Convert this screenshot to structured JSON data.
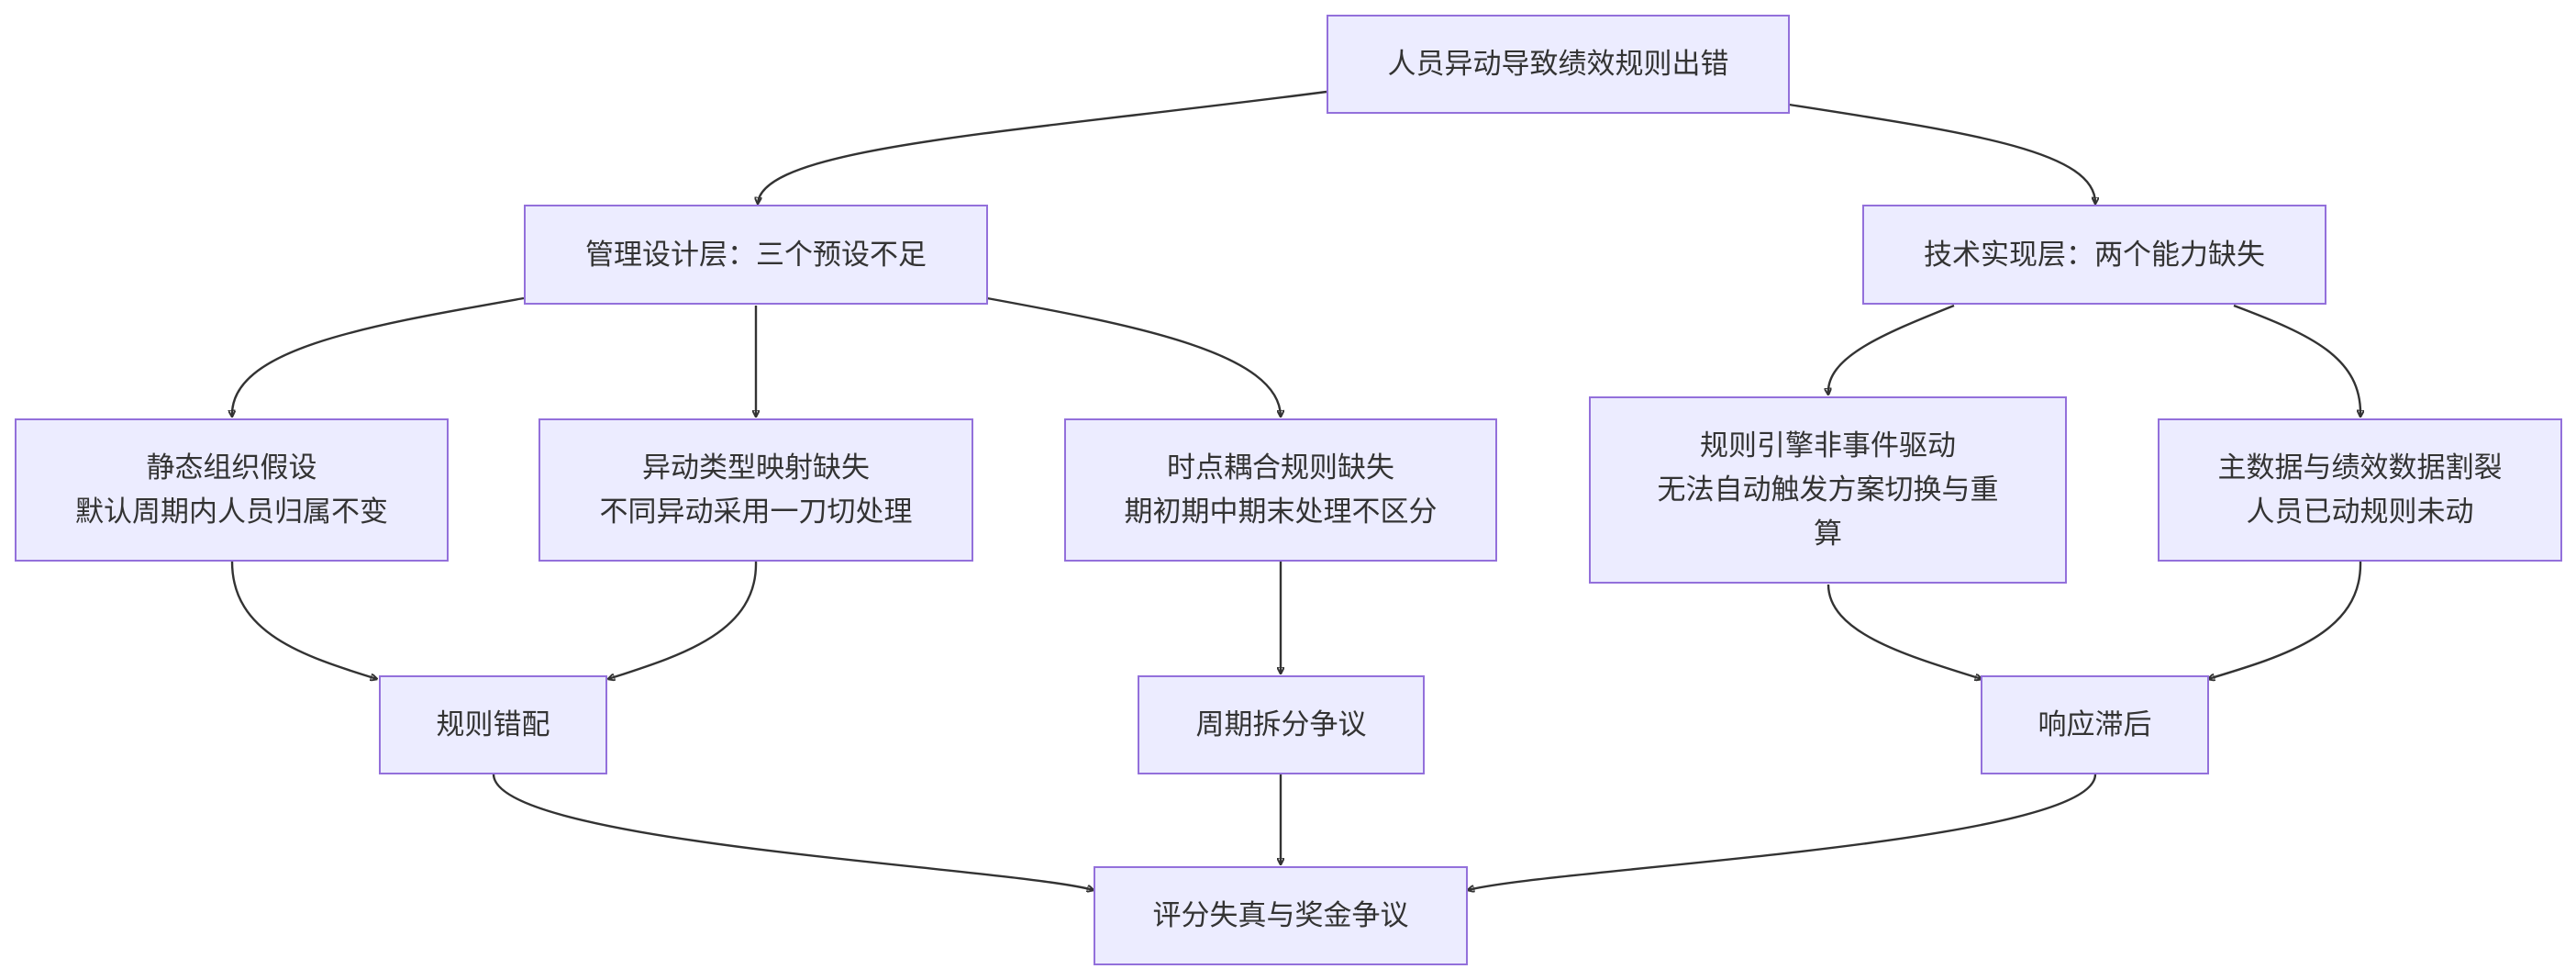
{
  "nodes": {
    "root": {
      "lines": [
        "人员异动导致绩效规则出错"
      ]
    },
    "mgmt": {
      "lines": [
        "管理设计层：三个预设不足"
      ]
    },
    "tech": {
      "lines": [
        "技术实现层：两个能力缺失"
      ]
    },
    "static_org": {
      "lines": [
        "静态组织假设",
        "默认周期内人员归属不变"
      ]
    },
    "type_map": {
      "lines": [
        "异动类型映射缺失",
        "不同异动采用一刀切处理"
      ]
    },
    "time_couple": {
      "lines": [
        "时点耦合规则缺失",
        "期初期中期末处理不区分"
      ]
    },
    "engine": {
      "lines": [
        "规则引擎非事件驱动",
        "无法自动触发方案切换与重",
        "算"
      ]
    },
    "master_data": {
      "lines": [
        "主数据与绩效数据割裂",
        "人员已动规则未动"
      ]
    },
    "mismatch": {
      "lines": [
        "规则错配"
      ]
    },
    "period_split": {
      "lines": [
        "周期拆分争议"
      ]
    },
    "lag": {
      "lines": [
        "响应滞后"
      ]
    },
    "result": {
      "lines": [
        "评分失真与奖金争议"
      ]
    }
  },
  "edges": [
    [
      "root",
      "mgmt"
    ],
    [
      "root",
      "tech"
    ],
    [
      "mgmt",
      "static_org"
    ],
    [
      "mgmt",
      "type_map"
    ],
    [
      "mgmt",
      "time_couple"
    ],
    [
      "tech",
      "engine"
    ],
    [
      "tech",
      "master_data"
    ],
    [
      "static_org",
      "mismatch"
    ],
    [
      "type_map",
      "mismatch"
    ],
    [
      "time_couple",
      "period_split"
    ],
    [
      "engine",
      "lag"
    ],
    [
      "master_data",
      "lag"
    ],
    [
      "mismatch",
      "result"
    ],
    [
      "period_split",
      "result"
    ],
    [
      "lag",
      "result"
    ]
  ],
  "colors": {
    "node_fill": "#ececff",
    "node_border": "#9370db",
    "edge": "#333333",
    "text": "#333333"
  }
}
